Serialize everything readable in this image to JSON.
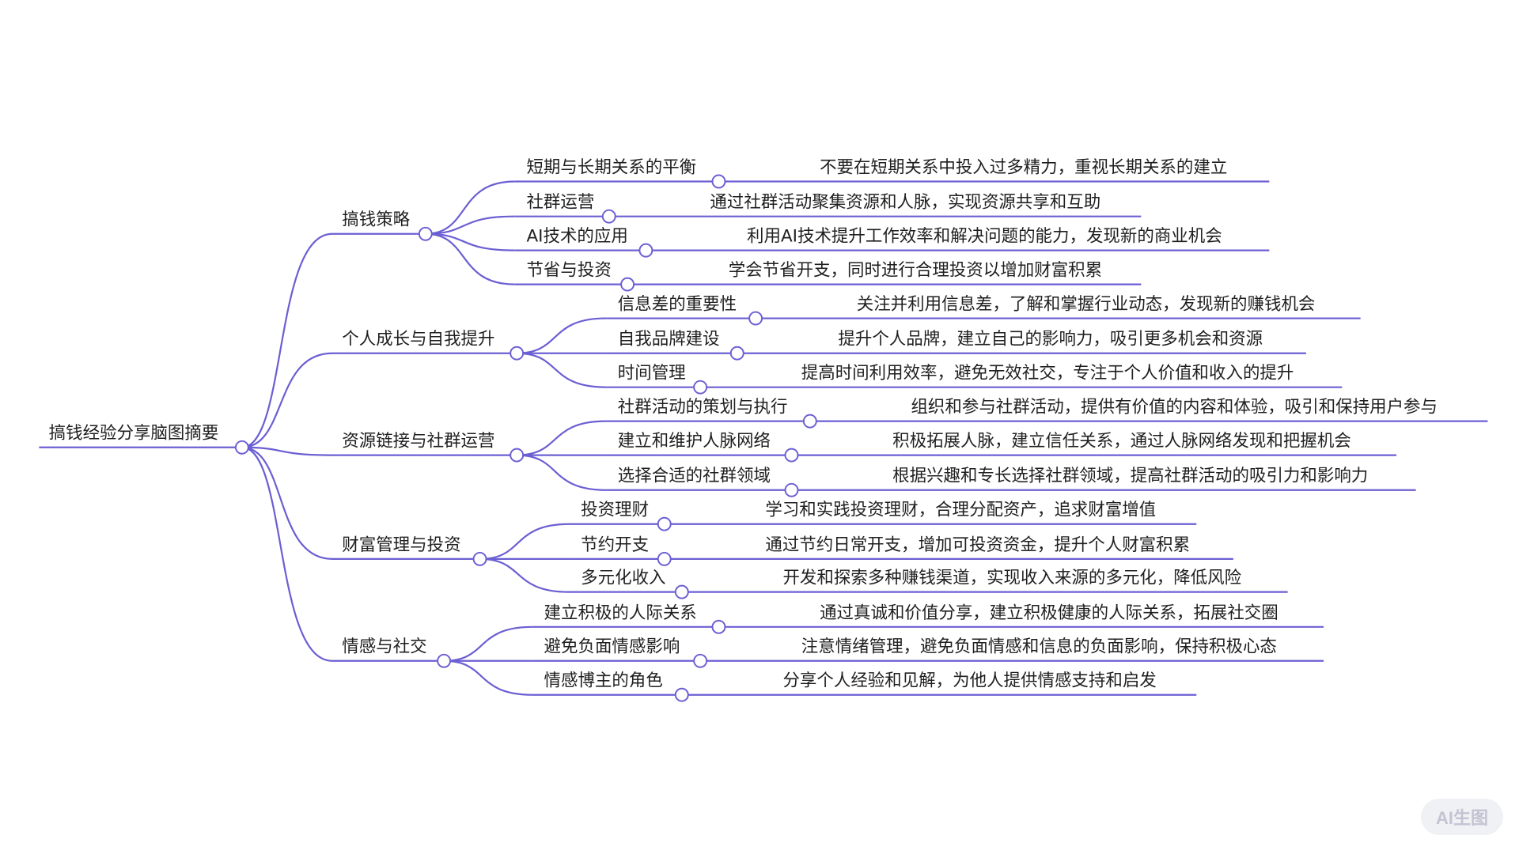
{
  "root": "搞钱经验分享脑图摘要",
  "branches": [
    {
      "label": "搞钱策略",
      "children": [
        {
          "label": "短期与长期关系的平衡",
          "detail": "不要在短期关系中投入过多精力，重视长期关系的建立"
        },
        {
          "label": "社群运营",
          "detail": "通过社群活动聚集资源和人脉，实现资源共享和互助"
        },
        {
          "label": "AI技术的应用",
          "detail": "利用AI技术提升工作效率和解决问题的能力，发现新的商业机会"
        },
        {
          "label": "节省与投资",
          "detail": "学会节省开支，同时进行合理投资以增加财富积累"
        }
      ]
    },
    {
      "label": "个人成长与自我提升",
      "children": [
        {
          "label": "信息差的重要性",
          "detail": "关注并利用信息差，了解和掌握行业动态，发现新的赚钱机会"
        },
        {
          "label": "自我品牌建设",
          "detail": "提升个人品牌，建立自己的影响力，吸引更多机会和资源"
        },
        {
          "label": "时间管理",
          "detail": "提高时间利用效率，避免无效社交，专注于个人价值和收入的提升"
        }
      ]
    },
    {
      "label": "资源链接与社群运营",
      "children": [
        {
          "label": "社群活动的策划与执行",
          "detail": "组织和参与社群活动，提供有价值的内容和体验，吸引和保持用户参与"
        },
        {
          "label": "建立和维护人脉网络",
          "detail": "积极拓展人脉，建立信任关系，通过人脉网络发现和把握机会"
        },
        {
          "label": "选择合适的社群领域",
          "detail": "根据兴趣和专长选择社群领域，提高社群活动的吸引力和影响力"
        }
      ]
    },
    {
      "label": "财富管理与投资",
      "children": [
        {
          "label": "投资理财",
          "detail": "学习和实践投资理财，合理分配资产，追求财富增值"
        },
        {
          "label": "节约开支",
          "detail": "通过节约日常开支，增加可投资资金，提升个人财富积累"
        },
        {
          "label": "多元化收入",
          "detail": "开发和探索多种赚钱渠道，实现收入来源的多元化，降低风险"
        }
      ]
    },
    {
      "label": "情感与社交",
      "children": [
        {
          "label": "建立积极的人际关系",
          "detail": "通过真诚和价值分享，建立积极健康的人际关系，拓展社交圈"
        },
        {
          "label": "避免负面情感影响",
          "detail": "注意情绪管理，避免负面情感和信息的负面影响，保持积极心态"
        },
        {
          "label": "情感博主的角色",
          "detail": "分享个人经验和见解，为他人提供情感支持和启发"
        }
      ]
    }
  ],
  "badge": "AI生图",
  "colors": {
    "line": "#6b5fd3",
    "text": "#1f1f1f"
  }
}
